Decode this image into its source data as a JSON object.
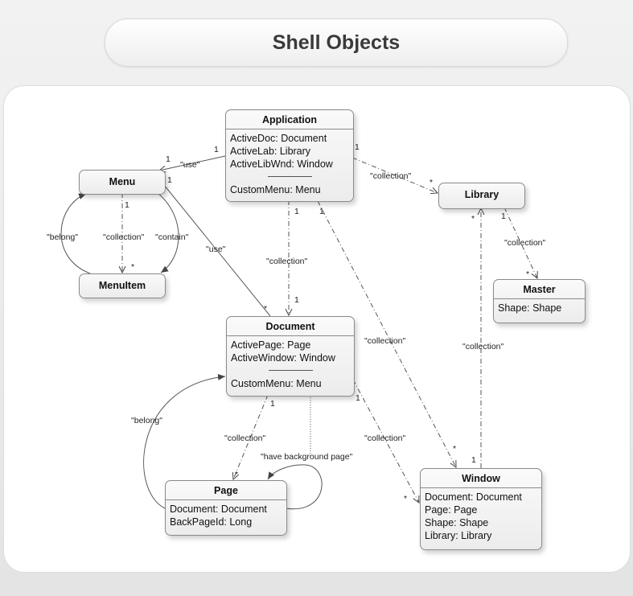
{
  "title": "Shell Objects",
  "classes": {
    "application": {
      "name": "Application",
      "attrs": [
        "ActiveDoc: Document",
        "ActiveLab: Library",
        "ActiveLibWnd: Window"
      ],
      "ops": [
        "CustomMenu: Menu"
      ]
    },
    "menu": {
      "name": "Menu"
    },
    "menuitem": {
      "name": "MenuItem"
    },
    "library": {
      "name": "Library"
    },
    "master": {
      "name": "Master",
      "attrs": [
        "Shape: Shape"
      ]
    },
    "document": {
      "name": "Document",
      "attrs": [
        "ActivePage: Page",
        "ActiveWindow: Window"
      ],
      "ops": [
        "CustomMenu: Menu"
      ]
    },
    "page": {
      "name": "Page",
      "attrs": [
        "Document: Document",
        "BackPageId: Long"
      ]
    },
    "window": {
      "name": "Window",
      "attrs": [
        "Document: Document",
        "Page: Page",
        "Shape: Shape",
        "Library: Library"
      ]
    }
  },
  "edges": {
    "app_menu": {
      "label": "\"use\"",
      "m1": "1",
      "m2": "1"
    },
    "menu_doc": {
      "label": "\"use\"",
      "m1": "1",
      "m2": "*"
    },
    "menu_item": {
      "label": "\"collection\"",
      "m1": "1",
      "m2": "*"
    },
    "menu_contain": {
      "label": "\"contain\""
    },
    "item_belong": {
      "label": "\"belong\""
    },
    "app_lib": {
      "label": "\"collection\"",
      "m1": "1",
      "m2": "*"
    },
    "app_doc": {
      "label": "\"collection\"",
      "m1": "1",
      "m2": "1"
    },
    "app_win": {
      "label": "\"collection\"",
      "m1": "1",
      "m2": "*"
    },
    "lib_master": {
      "label": "\"collection\"",
      "m1": "1",
      "m2": "*"
    },
    "win_lib": {
      "label": "\"collection\"",
      "m1": "1",
      "m2": "*"
    },
    "doc_page": {
      "label": "\"collection\"",
      "m1": "1",
      "m2": "*"
    },
    "doc_win": {
      "label": "\"collection\"",
      "m1": "1",
      "m2": "*"
    },
    "page_bg": {
      "label": "\"have background page\""
    },
    "page_belong": {
      "label": "\"belong\""
    }
  }
}
